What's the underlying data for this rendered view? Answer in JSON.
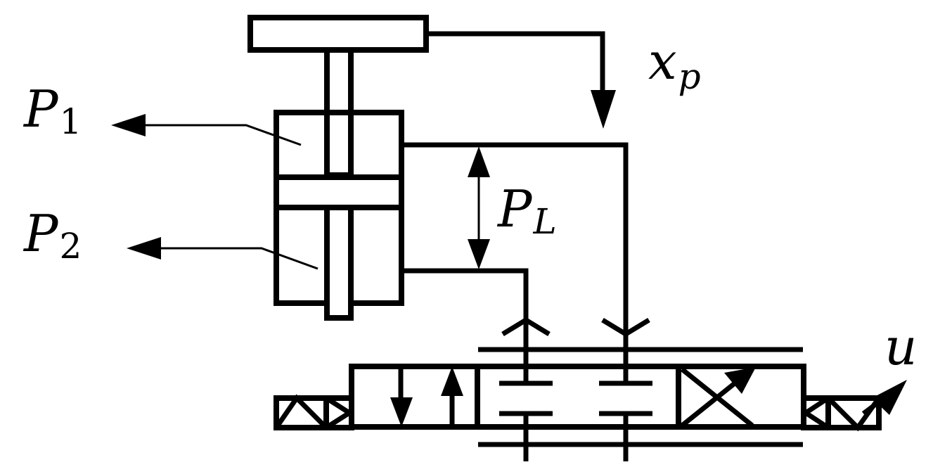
{
  "labels": {
    "p1_main": "P",
    "p1_sub": "1",
    "p2_main": "P",
    "p2_sub": "2",
    "pl_main": "P",
    "pl_sub": "L",
    "xp_main": "x",
    "xp_sub": "p",
    "u": "u"
  }
}
